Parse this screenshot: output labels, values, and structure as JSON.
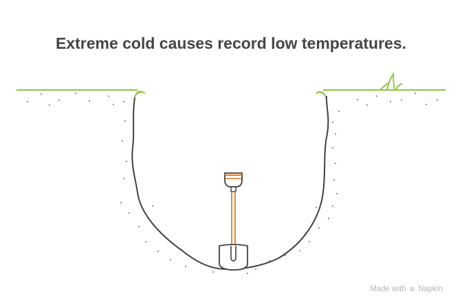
{
  "title": "Extreme cold causes record low temperatures.",
  "credit": {
    "prefix": "Made with",
    "brand": "Napkin"
  },
  "colors": {
    "grass": "#8cc63f",
    "outline": "#3f3f3f",
    "shovel_handle": "#e07b20",
    "text": "#454545"
  }
}
